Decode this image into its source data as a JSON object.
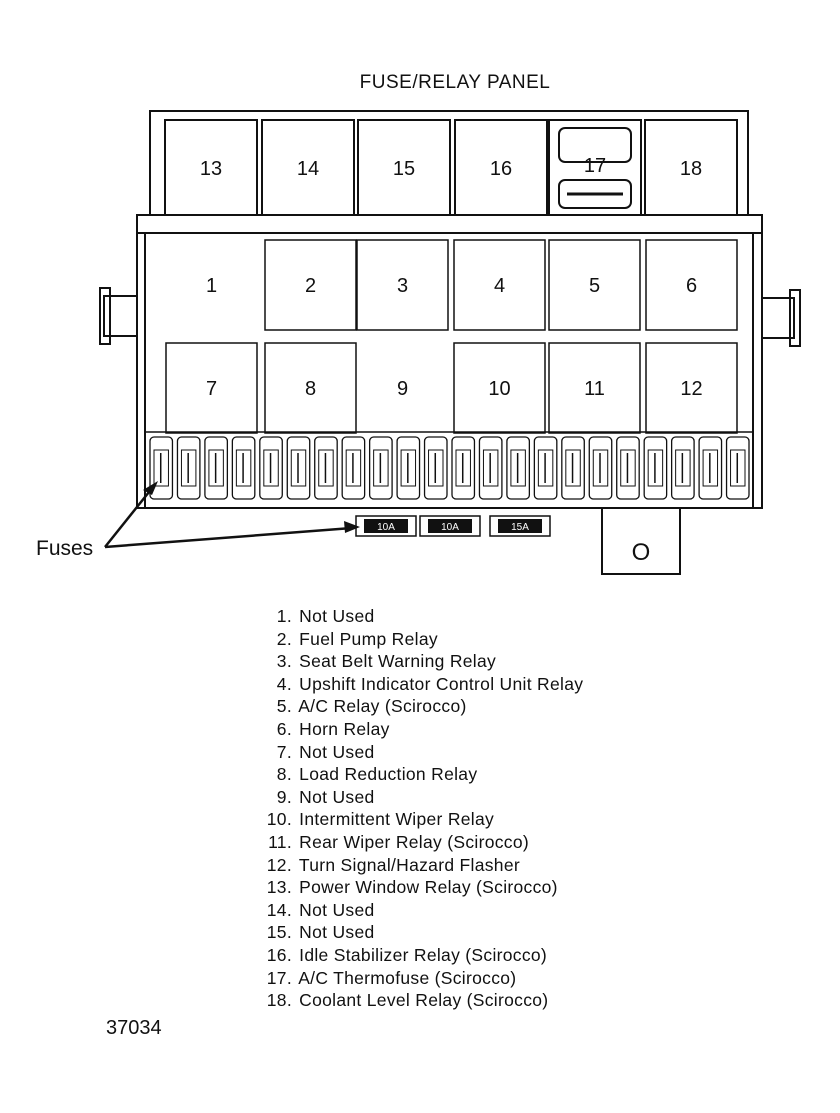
{
  "title": "FUSE/RELAY PANEL",
  "top_relays": [
    {
      "label": "13"
    },
    {
      "label": "14"
    },
    {
      "label": "15"
    },
    {
      "label": "16"
    },
    {
      "label": "17"
    },
    {
      "label": "18"
    }
  ],
  "main_relays": [
    {
      "label": "1"
    },
    {
      "label": "2"
    },
    {
      "label": "3"
    },
    {
      "label": "4"
    },
    {
      "label": "5"
    },
    {
      "label": "6"
    },
    {
      "label": "7"
    },
    {
      "label": "8"
    },
    {
      "label": "9"
    },
    {
      "label": "10"
    },
    {
      "label": "11"
    },
    {
      "label": "12"
    }
  ],
  "fuse_count": 22,
  "spare_fuses": [
    "10A",
    "10A",
    "15A"
  ],
  "connector_label": "O",
  "fuses_label": "Fuses",
  "legend": [
    {
      "num": "1.",
      "text": "Not Used"
    },
    {
      "num": "2.",
      "text": "Fuel Pump Relay"
    },
    {
      "num": "3.",
      "text": "Seat Belt Warning Relay"
    },
    {
      "num": "4.",
      "text": "Upshift Indicator Control Unit Relay"
    },
    {
      "num": "5.",
      "text": "A/C Relay (Scirocco)"
    },
    {
      "num": "6.",
      "text": "Horn Relay"
    },
    {
      "num": "7.",
      "text": "Not Used"
    },
    {
      "num": "8.",
      "text": "Load Reduction Relay"
    },
    {
      "num": "9.",
      "text": "Not Used"
    },
    {
      "num": "10.",
      "text": "Intermittent Wiper Relay"
    },
    {
      "num": "11.",
      "text": "Rear Wiper Relay (Scirocco)"
    },
    {
      "num": "12.",
      "text": "Turn Signal/Hazard Flasher"
    },
    {
      "num": "13.",
      "text": "Power Window Relay (Scirocco)"
    },
    {
      "num": "14.",
      "text": "Not Used"
    },
    {
      "num": "15.",
      "text": "Not Used"
    },
    {
      "num": "16.",
      "text": "Idle Stabilizer Relay (Scirocco)"
    },
    {
      "num": "17.",
      "text": "A/C Thermofuse (Scirocco)"
    },
    {
      "num": "18.",
      "text": "Coolant Level Relay (Scirocco)"
    }
  ],
  "figure_id": "37034"
}
